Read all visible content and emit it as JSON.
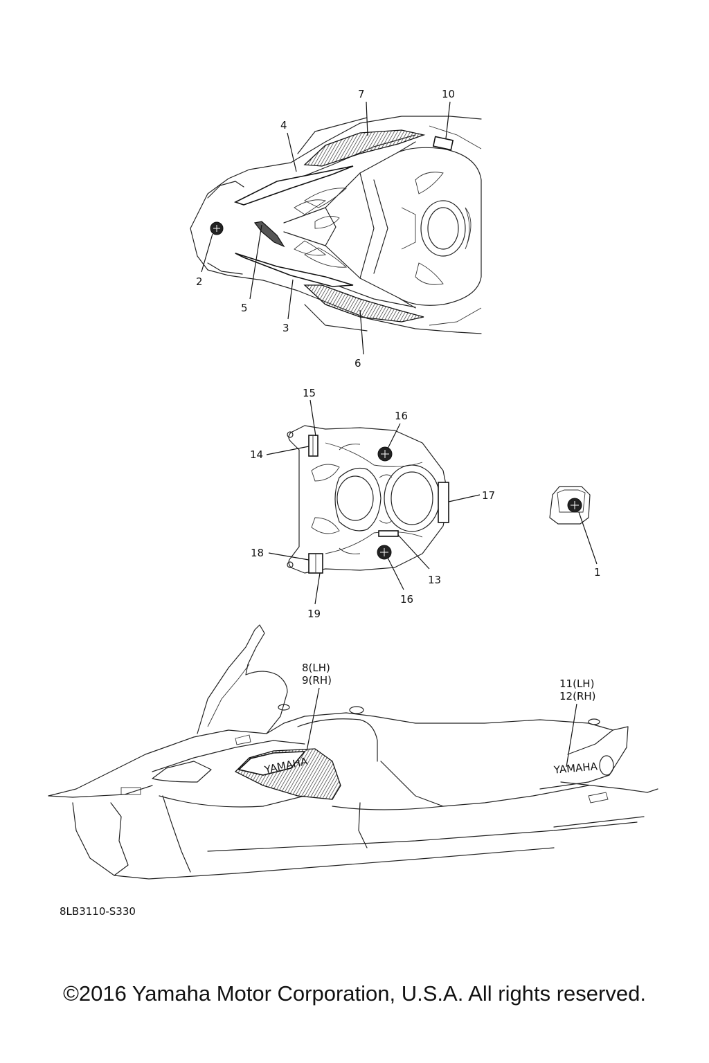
{
  "callouts": {
    "c1": "1",
    "c2": "2",
    "c3": "3",
    "c4": "4",
    "c5": "5",
    "c6": "6",
    "c7": "7",
    "c8": "8(LH)",
    "c9": "9(RH)",
    "c10": "10",
    "c11": "11(LH)",
    "c12": "12(RH)",
    "c13": "13",
    "c14": "14",
    "c15": "15",
    "c16a": "16",
    "c16b": "16",
    "c17": "17",
    "c18": "18",
    "c19": "19"
  },
  "decal_text": {
    "yamaha_side": "YAMAHA",
    "yamaha_rear": "YAMAHA"
  },
  "part_code": "8LB3110-S330",
  "copyright": "©2016 Yamaha Motor Corporation, U.S.A. All rights reserved.",
  "colors": {
    "line": "#222222",
    "background": "#ffffff"
  }
}
